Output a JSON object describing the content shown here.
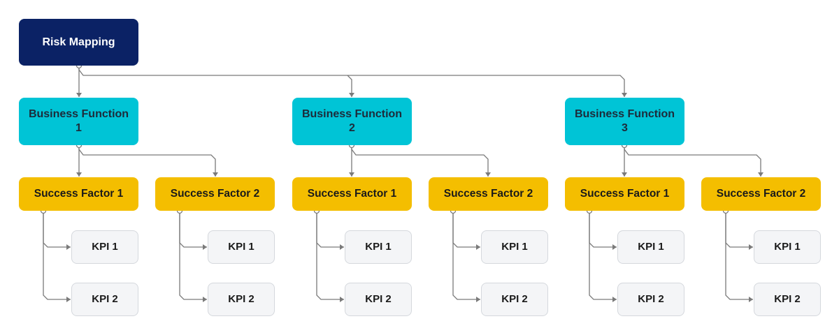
{
  "root": {
    "label": "Risk Mapping"
  },
  "functions": [
    {
      "label": "Business Function 1",
      "factors": [
        {
          "label": "Success Factor 1",
          "kpis": [
            "KPI 1",
            "KPI 2"
          ]
        },
        {
          "label": "Success Factor 2",
          "kpis": [
            "KPI 1",
            "KPI 2"
          ]
        }
      ]
    },
    {
      "label": "Business Function 2",
      "factors": [
        {
          "label": "Success Factor 1",
          "kpis": [
            "KPI 1",
            "KPI 2"
          ]
        },
        {
          "label": "Success Factor 2",
          "kpis": [
            "KPI 1",
            "KPI 2"
          ]
        }
      ]
    },
    {
      "label": "Business Function 3",
      "factors": [
        {
          "label": "Success Factor 1",
          "kpis": [
            "KPI 1",
            "KPI 2"
          ]
        },
        {
          "label": "Success Factor 2",
          "kpis": [
            "KPI 1",
            "KPI 2"
          ]
        }
      ]
    }
  ],
  "colors": {
    "root": "#0b2265",
    "function": "#00c4d6",
    "factor": "#f4be00",
    "kpi": "#f4f5f7",
    "connector": "#7a7a7a"
  }
}
